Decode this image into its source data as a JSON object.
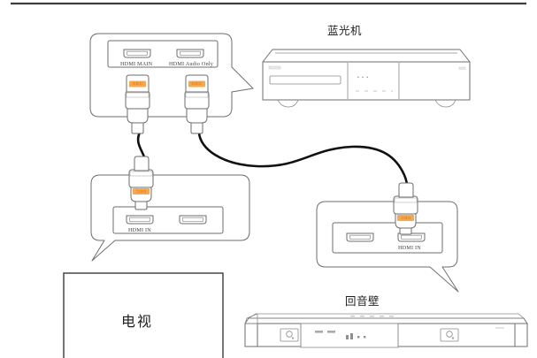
{
  "diagram": {
    "title_top_rule": true,
    "devices": {
      "bluray": {
        "label": "蓝光机",
        "display_text": "• • •",
        "tray_text": "",
        "brand_text": "",
        "right_text": ""
      },
      "tv": {
        "label": "电视"
      },
      "soundbar": {
        "label": "回音壁"
      }
    },
    "callouts": {
      "bluray_ports": {
        "name": "bluray-rear-ports",
        "ports": [
          {
            "label": "HDMI MAIN"
          },
          {
            "label": "HDMI Audio Only"
          }
        ],
        "plugs": [
          {
            "brand": "GEC"
          },
          {
            "brand": "GEC"
          }
        ]
      },
      "tv_ports": {
        "name": "tv-rear-ports",
        "ports": [
          {
            "label": "HDMI IN"
          },
          {
            "label": ""
          }
        ],
        "plugs": [
          {
            "brand": "GEC"
          }
        ]
      },
      "soundbar_ports": {
        "name": "soundbar-rear-ports",
        "ports": [
          {
            "label": ""
          },
          {
            "label": "HDMI IN"
          }
        ],
        "plugs": [
          {
            "brand": "GEC"
          }
        ]
      }
    },
    "colors": {
      "line": "#6e6e6e",
      "line_dark": "#3a3a3a",
      "cable": "#111111",
      "plug_accent": "#e8801c",
      "background": "#ffffff",
      "text": "#2b2b2b"
    }
  }
}
